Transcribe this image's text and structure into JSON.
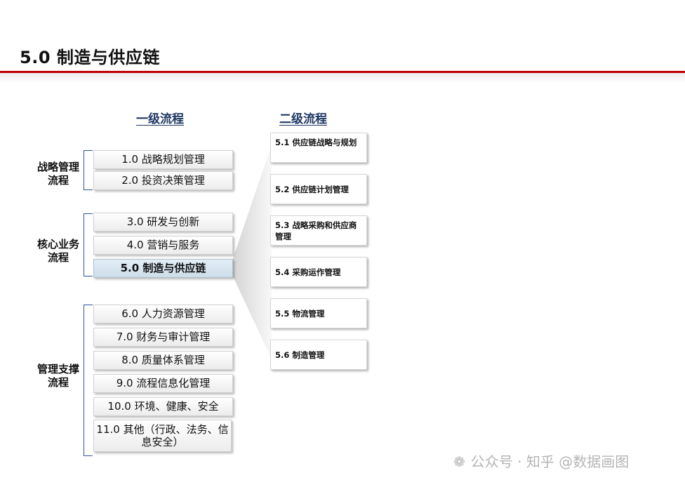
{
  "title": "5.0 制造与供应链",
  "headers": {
    "level1": "一级流程",
    "level2": "二级流程"
  },
  "groups": [
    {
      "label_line1": "战略管理",
      "label_line2": "流程"
    },
    {
      "label_line1": "核心业务",
      "label_line2": "流程"
    },
    {
      "label_line1": "管理支撑",
      "label_line2": "流程"
    }
  ],
  "level1_items": [
    {
      "label": "1.0 战略规划管理"
    },
    {
      "label": "2.0 投资决策管理"
    },
    {
      "label": "3.0 研发与创新"
    },
    {
      "label": "4.0 营销与服务"
    },
    {
      "label": "5.0 制造与供应链",
      "selected": true
    },
    {
      "label": "6.0 人力资源管理"
    },
    {
      "label": "7.0 财务与审计管理"
    },
    {
      "label": "8.0 质量体系管理"
    },
    {
      "label": "9.0 流程信息化管理"
    },
    {
      "label": "10.0 环境、健康、安全"
    },
    {
      "label": "11.0 其他（行政、法务、信息安全）"
    }
  ],
  "level2_items": [
    {
      "label": "5.1 供应链战略与规划"
    },
    {
      "label": "5.2 供应链计划管理"
    },
    {
      "label": "5.3 战略采购和供应商管理"
    },
    {
      "label": "5.4 采购运作管理"
    },
    {
      "label": "5.5 物流管理"
    },
    {
      "label": "5.6 制造管理"
    }
  ],
  "watermark": {
    "icon": "wechat-icon",
    "text": "公众号 · 知乎 @数据画图"
  },
  "colors": {
    "accent_red": "#c00000",
    "header_blue": "#1f3864",
    "bracket_blue": "#2f5597",
    "selected_fill": "#dae6f0"
  }
}
